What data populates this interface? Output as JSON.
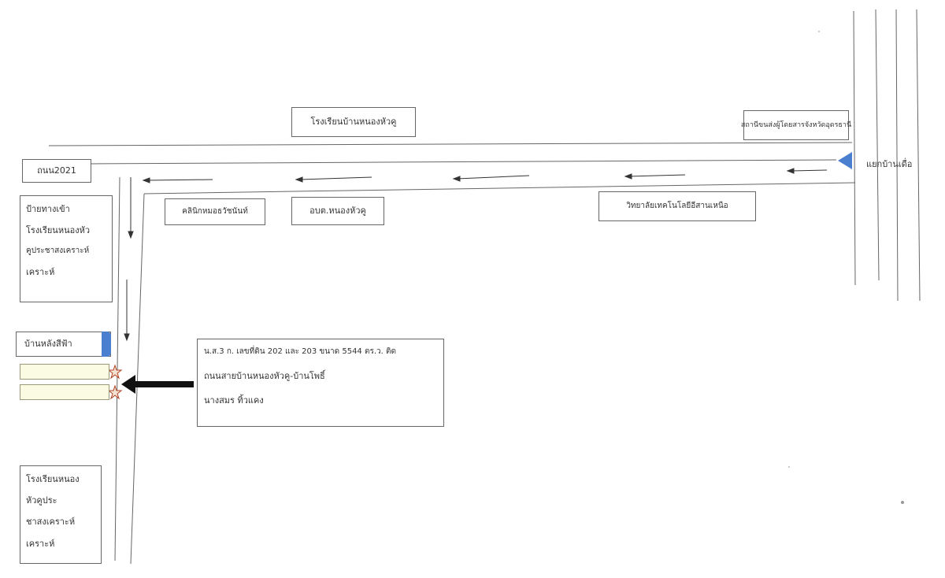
{
  "title": "โรงเรียนบ้านหนองหัวคู",
  "labels": {
    "bus_stop": "สถานีขนส่งผู้โดยสารจังหวัดอุดรธานี",
    "road_2021": "ถนน2021",
    "entrance": [
      "ป้ายทางเข้า",
      "โรงเรียนหนองหัว",
      "คูประชาสงเคราะห์",
      "เคราะห์"
    ],
    "clinic": "คลินิกหมอธวัชนันท์",
    "sub_district": "อบต.หนองหัวคู",
    "college": "วิทยาลัยเทคโนโลยีอีสานเหนือ",
    "kao": "แยกบ้านเดื่อ",
    "blue_house": "บ้านหลังสีฟ้า",
    "school_bottom": [
      "โรงเรียนหนอง",
      "หัวคูประ",
      "ชาสงเคราะห์",
      "เคราะห์"
    ]
  },
  "plot": {
    "line1": "น.ส.3 ก. เลขที่ดิน 202 และ 203 ขนาด 5544 ตร.ว. ติด",
    "line2": "ถนนสายบ้านหนองหัวคู-บ้านโพธิ์",
    "line3": "นางสมร ทิ้วแคง"
  },
  "colors": {
    "road": "#555555",
    "marker": "#4a7fd0",
    "star": "#b04020",
    "arrow": "#111111"
  },
  "icons": {
    "location_marker": "blue-triangle-icon",
    "plot_star": "star-icon",
    "pointer": "arrow-left-icon"
  }
}
